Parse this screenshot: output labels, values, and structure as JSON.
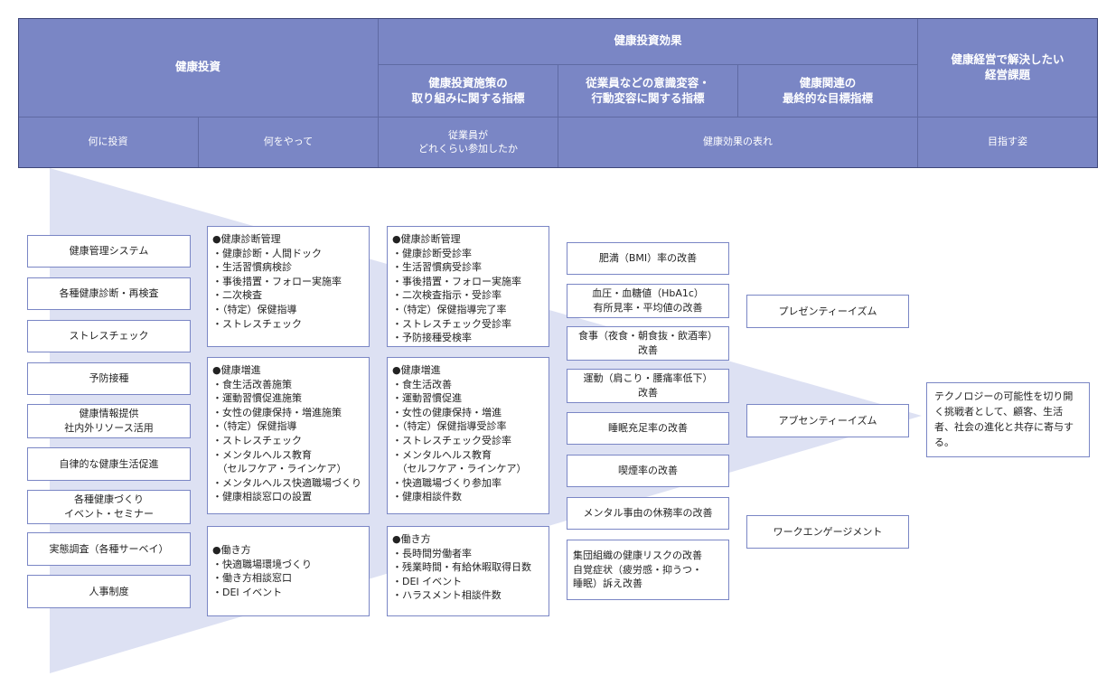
{
  "header": {
    "investment": "健康投資",
    "effect": "健康投資効果",
    "management": "健康経営で解決したい\n経営課題",
    "metric1": "健康投資施策の\n取り組みに関する指標",
    "metric2": "従業員などの意識変容・\n行動変容に関する指標",
    "metric3": "健康関連の\n最終的な目標指標",
    "what": "何に投資",
    "how": "何をやって",
    "participation": "従業員が\nどれくらい参加したか",
    "signs": "健康効果の表れ",
    "goal": "目指す姿"
  },
  "investments": [
    "健康管理システム",
    "各種健康診断・再検査",
    "ストレスチェック",
    "予防接種",
    "健康情報提供\n社内外リソース活用",
    "自律的な健康生活促進",
    "各種健康づくり\nイベント・セミナー",
    "実態調査（各種サーベイ）",
    "人事制度"
  ],
  "actions": [
    {
      "title": "●健康診断管理",
      "items": [
        "・健康診断・人間ドック",
        "・生活習慣病検診",
        "・事後措置・フォロー実施率",
        "・二次検査",
        "・（特定）保健指導",
        "・ストレスチェック"
      ]
    },
    {
      "title": "●健康増進",
      "items": [
        "・食生活改善施策",
        "・運動習慣促進施策",
        "・女性の健康保持・増進施策",
        "・（特定）保健指導",
        "・ストレスチェック",
        "・メンタルヘルス教育",
        "　（セルフケア・ラインケア）",
        "・メンタルヘルス快適職場づくり",
        "・健康相談窓口の設置"
      ]
    },
    {
      "title": "●働き方",
      "items": [
        "・快適職場環境づくり",
        "・働き方相談窓口",
        "・DEI イベント"
      ]
    }
  ],
  "participation": [
    {
      "title": "●健康診断管理",
      "items": [
        "・健康診断受診率",
        "・生活習慣病受診率",
        "・事後措置・フォロー実施率",
        "・二次検査指示・受診率",
        "・（特定）保健指導完了率",
        "・ストレスチェック受診率",
        "・予防接種受検率"
      ]
    },
    {
      "title": "●健康増進",
      "items": [
        "・食生活改善",
        "・運動習慣促進",
        "・女性の健康保持・増進",
        "・（特定）保健指導受診率",
        "・ストレスチェック受診率",
        "・メンタルヘルス教育",
        "　（セルフケア・ラインケア）",
        "・快適職場づくり参加率",
        "・健康相談件数"
      ]
    },
    {
      "title": "●働き方",
      "items": [
        "・長時間労働者率",
        "・残業時間・有給休暇取得日数",
        "・DEI イベント",
        "・ハラスメント相談件数"
      ]
    }
  ],
  "effects": [
    "肥満（BMI）率の改善",
    "血圧・血糖値（HbA1c）\n有所見率・平均値の改善",
    "食事（夜食・朝食抜・飲酒率）\n改善",
    "運動（肩こり・腰痛率低下）\n改善",
    "睡眠充足率の改善",
    "喫煙率の改善",
    "メンタル事由の休務率の改善",
    "集団組織の健康リスクの改善\n自覚症状（疲労感・抑うつ・\n睡眠）訴え改善"
  ],
  "outcomes": [
    "プレゼンティーイズム",
    "アブセンティーイズム",
    "ワークエンゲージメント"
  ],
  "goal": "テクノロジーの可能性を切り開く挑戦者として、顧客、生活者、社会の進化と共存に寄与する。",
  "colors": {
    "header": "#7a86c5",
    "funnel": "#dde1f3",
    "border": "#7a86c5"
  }
}
